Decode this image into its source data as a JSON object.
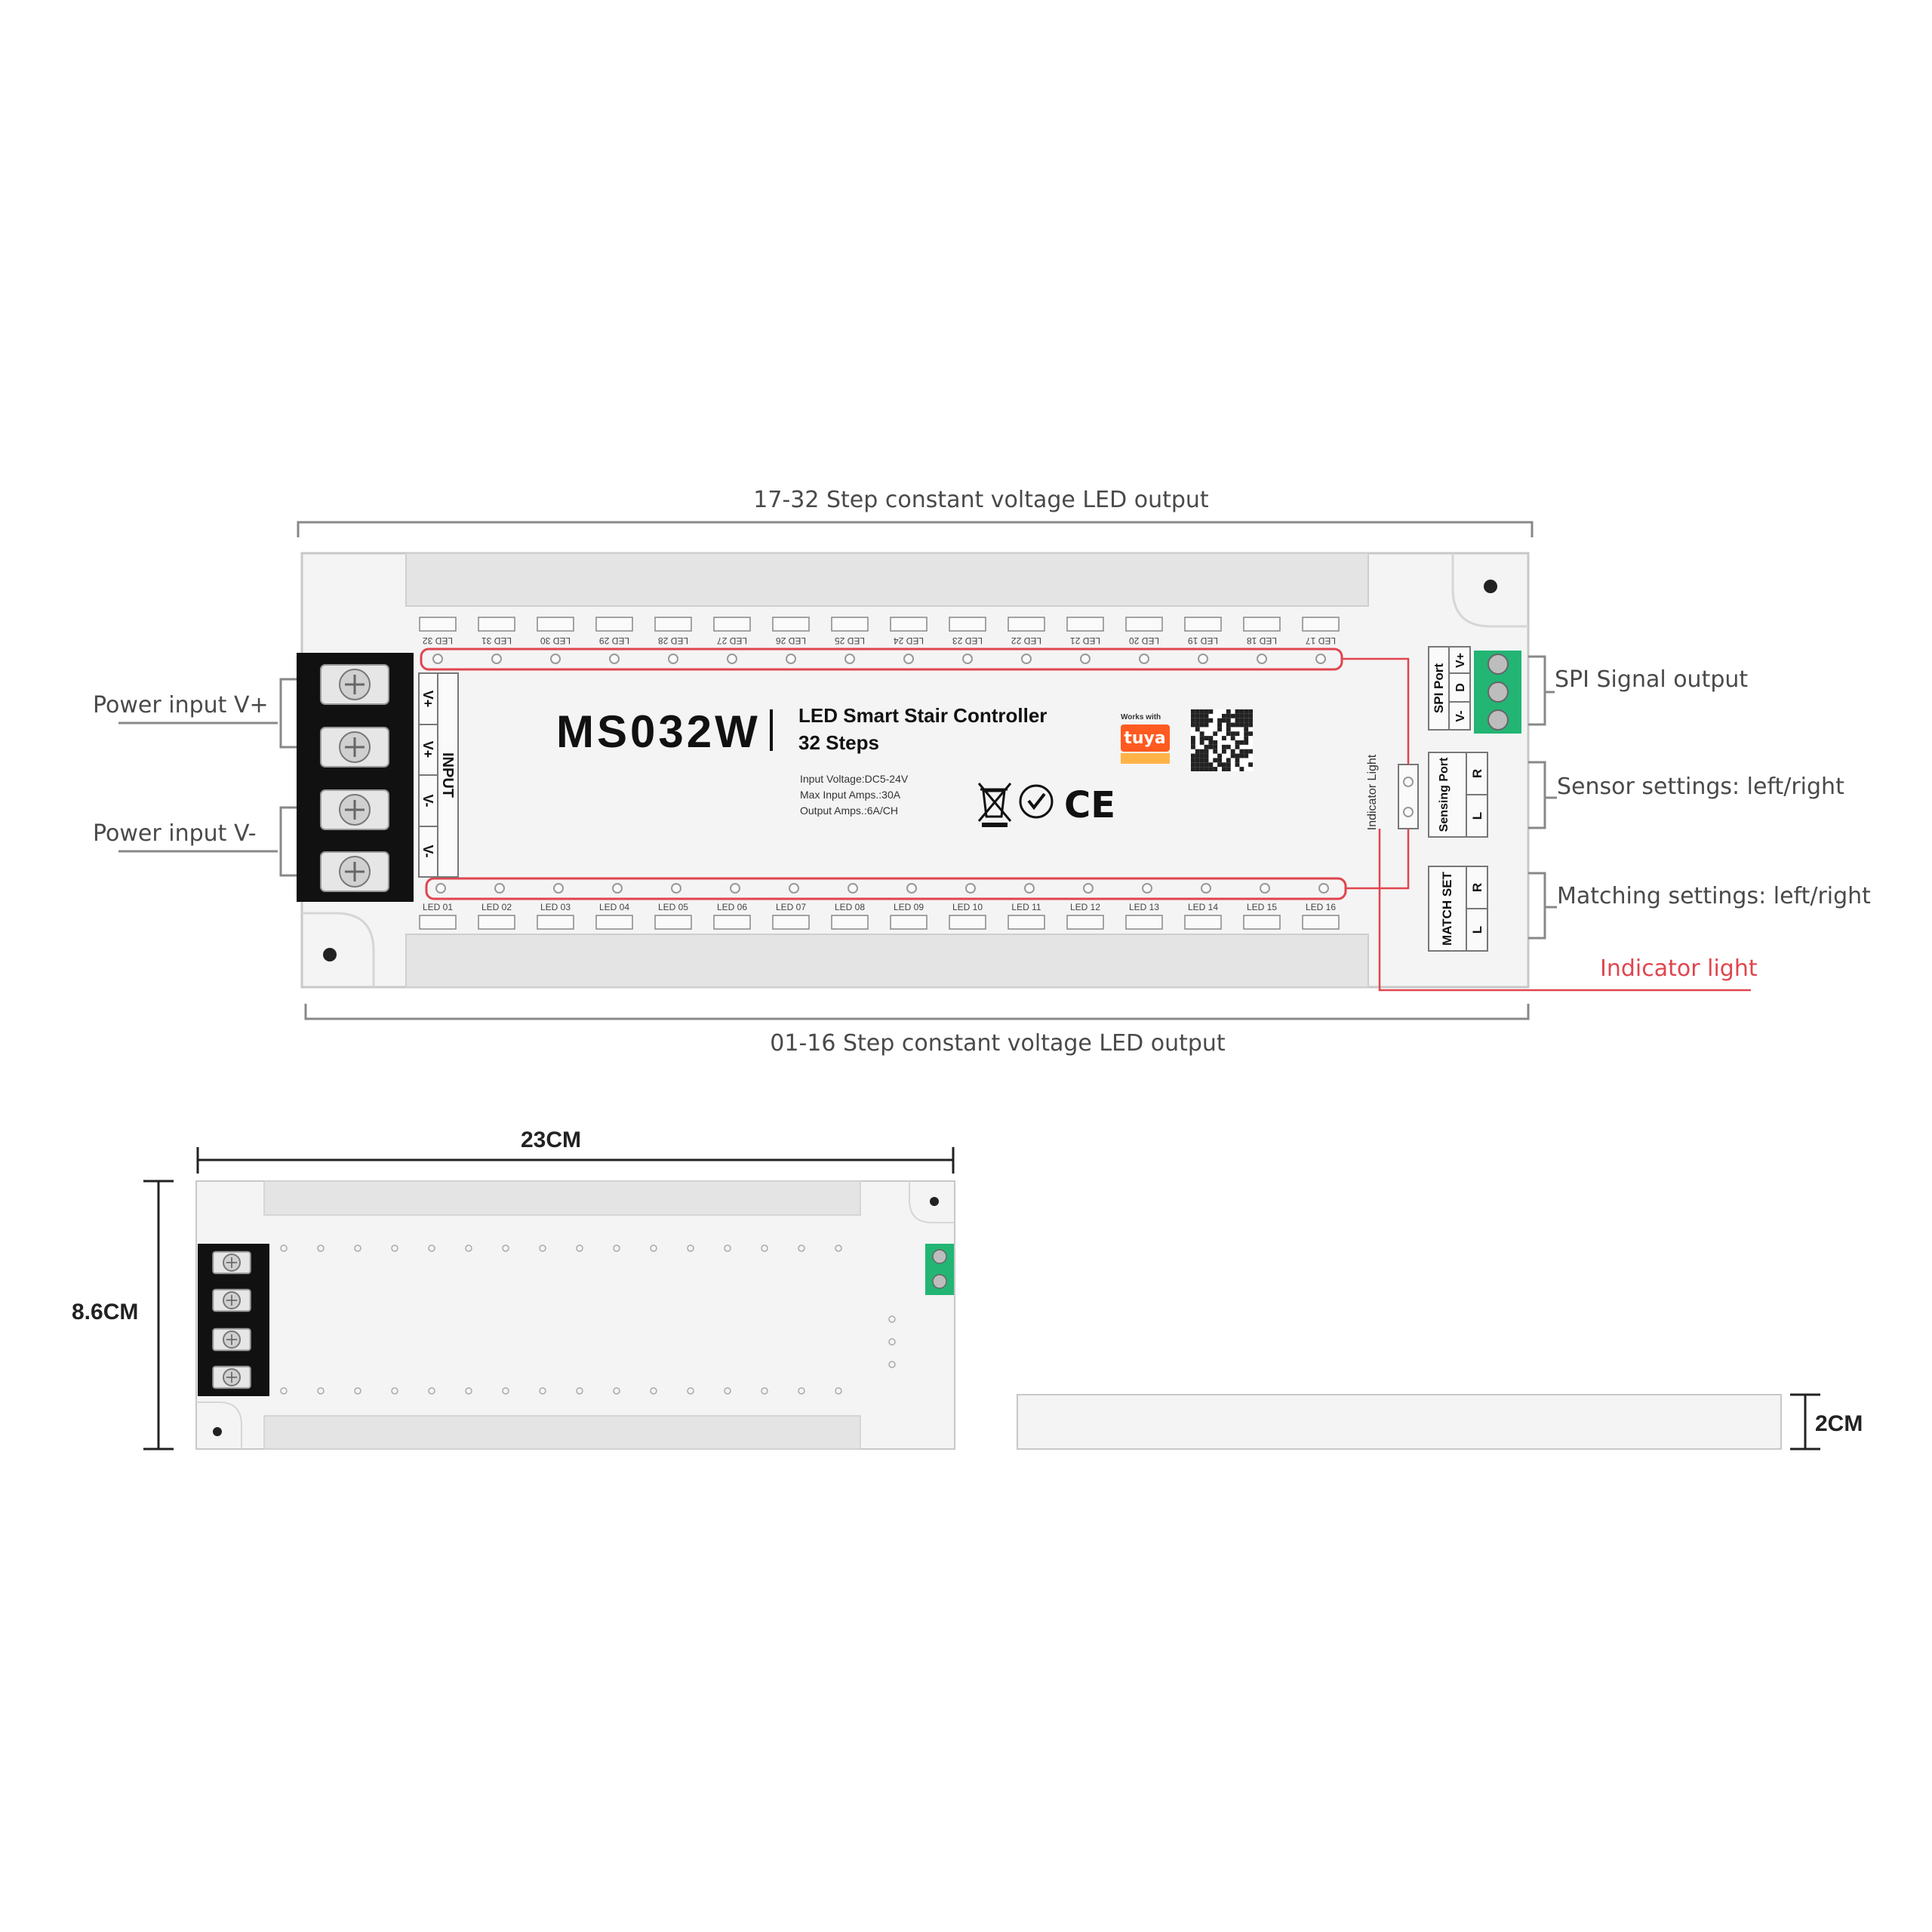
{
  "callouts": {
    "top_output": "17-32 Step constant voltage LED output",
    "bottom_output": "01-16 Step constant voltage LED output",
    "power_vplus": "Power input V+",
    "power_vminus": "Power input V-",
    "spi_output": "SPI Signal output",
    "sensor_settings": "Sensor settings: left/right",
    "matching_settings": "Matching settings: left/right",
    "indicator_light": "Indicator light"
  },
  "colors": {
    "indicator_red": "#e0454e",
    "terminal_green": "#22b573",
    "terminal_black": "#111111",
    "board_fill": "#f4f4f4",
    "channel_gray": "#e4e4e4"
  },
  "board": {
    "model": "MS032W",
    "product_name": "LED Smart Stair Controller",
    "steps": "32 Steps",
    "spec_voltage": "Input Voltage:DC5-24V",
    "spec_max_amps": "Max Input Amps.:30A",
    "spec_output_amps": "Output Amps.:6A/CH",
    "tuya_works_with": "Works with",
    "tuya_brand": "tuya",
    "ce_mark": "CE",
    "input_label": "INPUT",
    "input_pins": [
      "V+",
      "V+",
      "V-",
      "V-"
    ],
    "indicator_vertical": "Indicator Light",
    "spi_port": "SPI Port",
    "spi_pins": [
      "V+",
      "D",
      "V-"
    ],
    "sensing_port": "Sensing Port",
    "match_set": "MATCH SET",
    "lr": [
      "R",
      "L"
    ],
    "led_top": [
      "LED 32",
      "LED 31",
      "LED 30",
      "LED 29",
      "LED 28",
      "LED 27",
      "LED 26",
      "LED 25",
      "LED 24",
      "LED 23",
      "LED 22",
      "LED 21",
      "LED 20",
      "LED 19",
      "LED 18",
      "LED 17"
    ],
    "led_bottom": [
      "LED 01",
      "LED 02",
      "LED 03",
      "LED 04",
      "LED 05",
      "LED 06",
      "LED 07",
      "LED 08",
      "LED 09",
      "LED 10",
      "LED 11",
      "LED 12",
      "LED 13",
      "LED 14",
      "LED 15",
      "LED 16"
    ]
  },
  "dimensions": {
    "length": "23CM",
    "width": "8.6CM",
    "height": "2CM"
  },
  "icons": [
    "screw-terminal-icon",
    "weee-bin-icon",
    "rohs-check-icon",
    "ce-mark-icon",
    "qr-code-icon",
    "tuya-logo-icon"
  ]
}
